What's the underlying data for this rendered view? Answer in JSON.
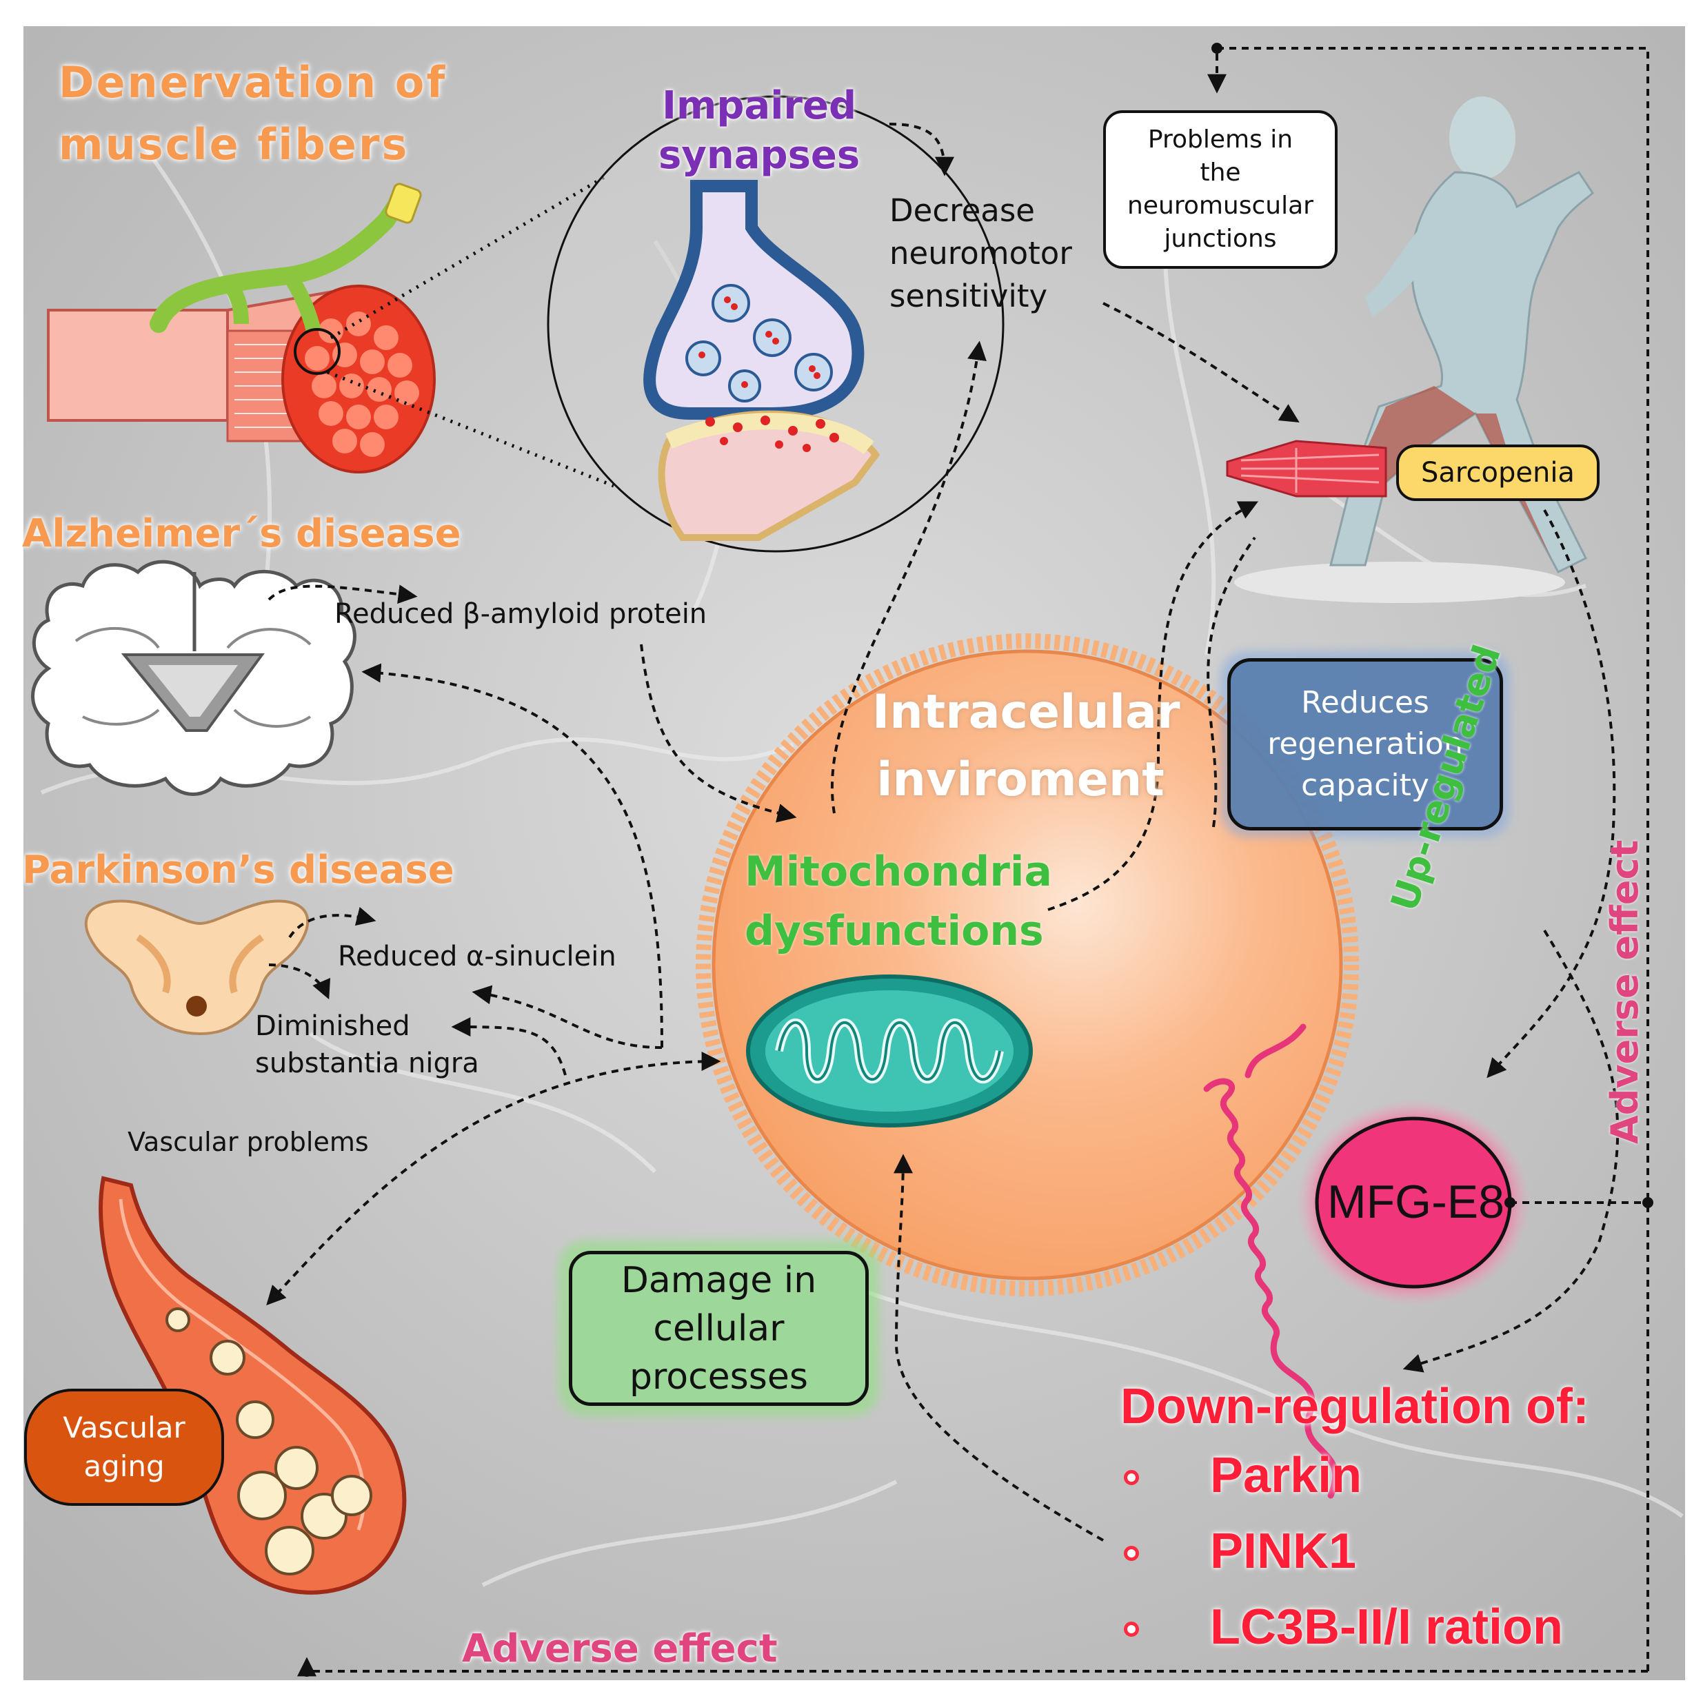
{
  "labels": {
    "denervation": [
      "Denervation of",
      "muscle fibers"
    ],
    "impaired_synapses": [
      "Impaired",
      "synapses"
    ],
    "decrease": [
      "Decrease",
      "neuromotor",
      "sensitivity"
    ],
    "problems_nmj": [
      "Problems in",
      "the",
      "neuromuscular",
      "junctions"
    ],
    "sarcopenia": "Sarcopenia",
    "alzheimers": "Alzheimer´s disease",
    "reduced_amyloid": "Reduced β-amyloid protein",
    "parkinsons": "Parkinson’s disease",
    "reduced_sinuclein": "Reduced α-sinuclein",
    "diminished": [
      "Diminished",
      "substantia nigra"
    ],
    "vascular_problems": "Vascular problems",
    "vascular_aging": [
      "Vascular",
      "aging"
    ],
    "intracellular": [
      "Intracelular",
      "inviroment"
    ],
    "mito": [
      "Mitochondria",
      "dysfunctions"
    ],
    "reduces_regen": [
      "Reduces",
      "regeneration",
      "capacity"
    ],
    "upregulated": "Up-regulated",
    "adverse_right": "Adverse effect",
    "adverse_bottom": "Adverse effect",
    "mfg": "MFG-E8",
    "damage": [
      "Damage in",
      "cellular",
      "processes"
    ],
    "downreg_title": "Down-regulation of:",
    "downreg_items": [
      "Parkin",
      "PINK1",
      "LC3B-II/I ration"
    ]
  },
  "colors": {
    "orange_title": "#f79a4f",
    "purple": "#7a2fb5",
    "green": "#3fbf3f",
    "pink": "#e0457f",
    "red": "#ff1e38",
    "cell": "#f9a872",
    "regen_box": "#5a7fae",
    "damage_box": "#9ed79a",
    "sarcopenia_box": "#fcd86a",
    "vascular_box": "#d9550f",
    "mfg_fill": "#f0357a"
  }
}
